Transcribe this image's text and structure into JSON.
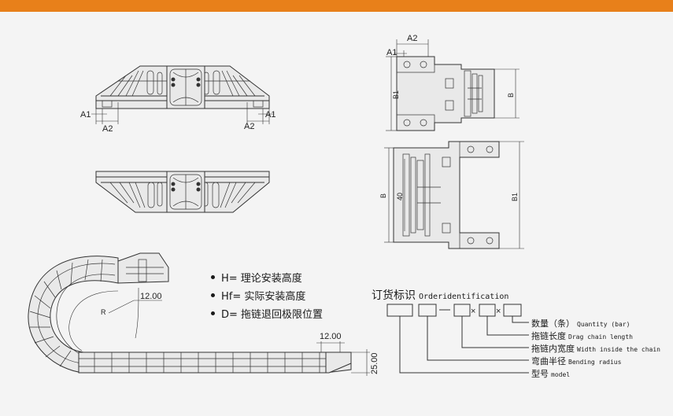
{
  "dimensions": {
    "a1": "A1",
    "a2": "A2",
    "b": "B",
    "b1": "B1",
    "inner_40": "40",
    "r": "R",
    "pitch": "12.00",
    "height": "25.00"
  },
  "legend": [
    {
      "text": "H= 理论安装高度"
    },
    {
      "text": "Hf= 实际安装高度"
    },
    {
      "text": "D= 拖链退回极限位置"
    }
  ],
  "order": {
    "title_zh": "订货标识",
    "title_en": "Orderidentification",
    "separator": "×",
    "items": [
      {
        "zh": "数量（条）",
        "en": "Quantity (bar)"
      },
      {
        "zh": "拖链长度",
        "en": "Drag chain length"
      },
      {
        "zh": "拖链内宽度",
        "en": "Width inside the chain"
      },
      {
        "zh": "弯曲半径",
        "en": "Bending radius"
      },
      {
        "zh": "型号",
        "en": "model"
      }
    ]
  },
  "colors": {
    "accent_bar": "#e8801a",
    "background": "#f4f4f4",
    "line": "#333333"
  }
}
